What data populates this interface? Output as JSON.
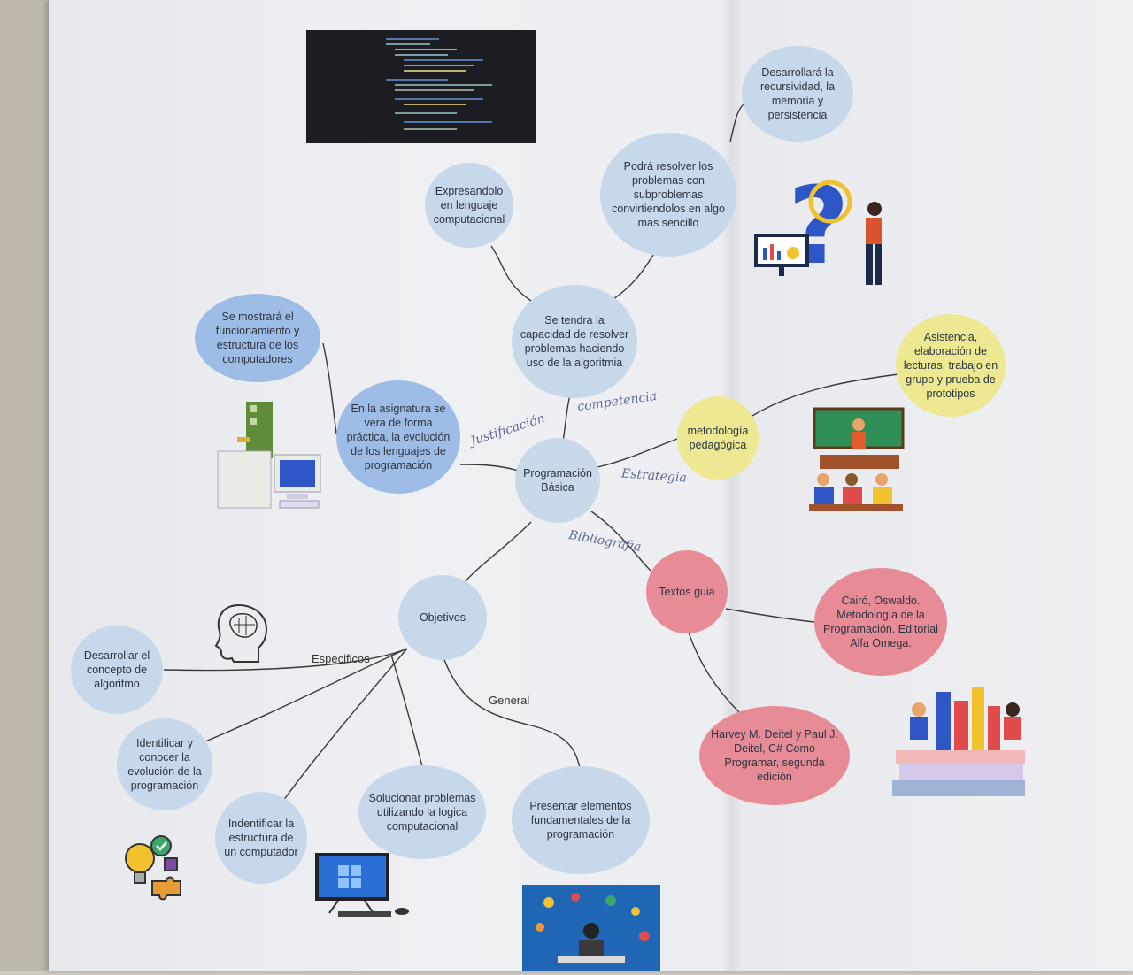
{
  "center": "Programación Básica",
  "nodes": {
    "capacidad": "Se tendra la capacidad de resolver problemas haciendo uso de la algoritmia",
    "expresandolo": "Expresandolo en lenguaje computacional",
    "subproblemas": "Podrá resolver los problemas con subproblemas convirtiendolos en algo mas sencillo",
    "recursividad": "Desarrollará la recursividad, la memoria y persistencia",
    "asignatura": "En la asignatura se vera de forma práctica, la evolución de los lenguajes de programación",
    "funcionamiento": "Se mostrará el funcionamiento y estructura de los computadores",
    "metodologia": "metodología pedagógica",
    "asistencia": "Asistencia, elaboración de lecturas, trabajo en grupo y prueba de prototipos",
    "textos": "Textos guia",
    "cairo": "Cairó, Oswaldo. Metodología de la Programación. Editorial Alfa Omega.",
    "deitel": "Harvey M. Deitel y Paul J. Deitel, C# Como Programar, segunda edición",
    "objetivos": "Objetivos",
    "concepto": "Desarrollar el concepto de algoritmo",
    "evolucion": "Identificar y conocer la evolución de la programación",
    "estructura": "Indentificar la estructura de un computador",
    "solucionar": "Solucionar problemas utilizando la logica computacional",
    "presentar": "Presentar elementos fundamentales de la programación"
  },
  "labels": {
    "especificos": "Especificos",
    "general": "General"
  },
  "handwritten": {
    "justificacion": "Justificación",
    "competencia": "competencia",
    "estrategia": "Estrategia",
    "bibliografia": "Bibliografia"
  },
  "colors": {
    "light_blue": "#c6d8ea",
    "medium_blue": "#9dbde6",
    "yellow": "#ece992",
    "red": "#e78c97"
  },
  "icons": [
    "code-screenshot-image",
    "question-mark-illustration",
    "computer-tower-illustration",
    "classroom-illustration",
    "books-illustration",
    "brain-head-icon",
    "lightbulb-puzzle-icon",
    "desktop-computer-icon",
    "programmer-illustration"
  ]
}
